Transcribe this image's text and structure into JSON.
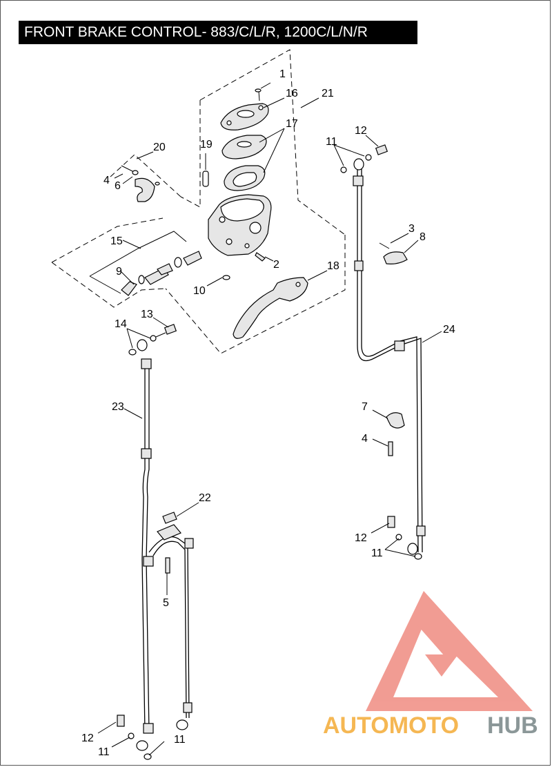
{
  "title": "FRONT BRAKE CONTROL- 883/C/L/R, 1200C/L/N/R",
  "callouts": [
    {
      "id": "c1",
      "label": "1"
    },
    {
      "id": "c16",
      "label": "16"
    },
    {
      "id": "c21",
      "label": "21"
    },
    {
      "id": "c17",
      "label": "17"
    },
    {
      "id": "c19",
      "label": "19"
    },
    {
      "id": "c20",
      "label": "20"
    },
    {
      "id": "c4a",
      "label": "4"
    },
    {
      "id": "c6",
      "label": "6"
    },
    {
      "id": "c12a",
      "label": "12"
    },
    {
      "id": "c11a",
      "label": "11"
    },
    {
      "id": "c3",
      "label": "3"
    },
    {
      "id": "c8",
      "label": "8"
    },
    {
      "id": "c15",
      "label": "15"
    },
    {
      "id": "c9",
      "label": "9"
    },
    {
      "id": "c2",
      "label": "2"
    },
    {
      "id": "c18",
      "label": "18"
    },
    {
      "id": "c10",
      "label": "10"
    },
    {
      "id": "c13",
      "label": "13"
    },
    {
      "id": "c14",
      "label": "14"
    },
    {
      "id": "c24",
      "label": "24"
    },
    {
      "id": "c23",
      "label": "23"
    },
    {
      "id": "c7",
      "label": "7"
    },
    {
      "id": "c4b",
      "label": "4"
    },
    {
      "id": "c22",
      "label": "22"
    },
    {
      "id": "c12b",
      "label": "12"
    },
    {
      "id": "c11b",
      "label": "11"
    },
    {
      "id": "c5",
      "label": "5"
    },
    {
      "id": "c12c",
      "label": "12"
    },
    {
      "id": "c11c",
      "label": "11"
    },
    {
      "id": "c11d",
      "label": "11"
    }
  ],
  "watermark": {
    "part1": "AUTOMOTO",
    "part2": "HUB",
    "color1": "#f5b041",
    "color2": "#7f8c8d",
    "logo_color": "#e74c3c"
  }
}
